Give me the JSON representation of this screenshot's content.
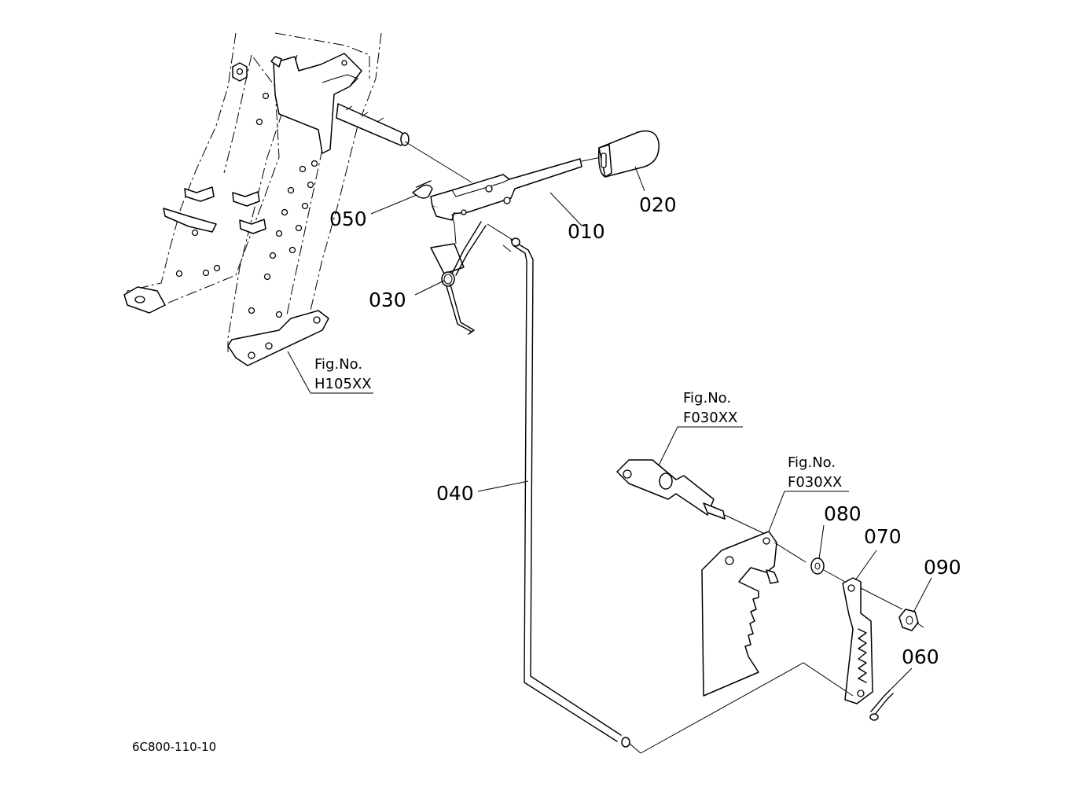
{
  "diagram_code": "6C800-110-10",
  "parts": [
    {
      "id": "p010",
      "label": "010"
    },
    {
      "id": "p020",
      "label": "020"
    },
    {
      "id": "p030",
      "label": "030"
    },
    {
      "id": "p040",
      "label": "040"
    },
    {
      "id": "p050",
      "label": "050"
    },
    {
      "id": "p060",
      "label": "060"
    },
    {
      "id": "p070",
      "label": "070"
    },
    {
      "id": "p080",
      "label": "080"
    },
    {
      "id": "p090",
      "label": "090"
    }
  ],
  "figure_refs": [
    {
      "id": "h105",
      "prefix": "Fig.No.",
      "number": "H105XX"
    },
    {
      "id": "f030a",
      "prefix": "Fig.No.",
      "number": "F030XX"
    },
    {
      "id": "f030b",
      "prefix": "Fig.No.",
      "number": "F030XX"
    }
  ]
}
